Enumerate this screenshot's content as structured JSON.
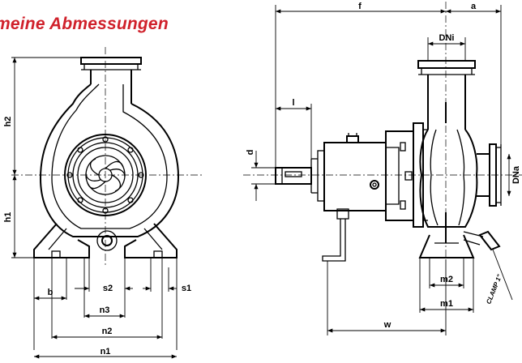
{
  "title": "meine Abmessungen",
  "labels": {
    "f": "f",
    "a": "a",
    "dni": "DNi",
    "l": "l",
    "d": "d",
    "h2": "h2",
    "h1": "h1",
    "dna": "DNa",
    "b": "b",
    "s2": "s2",
    "s1": "s1",
    "n3": "n3",
    "n2": "n2",
    "n1": "n1",
    "m2": "m2",
    "m1": "m1",
    "w": "w",
    "clamp": "CLAMP 1\""
  }
}
